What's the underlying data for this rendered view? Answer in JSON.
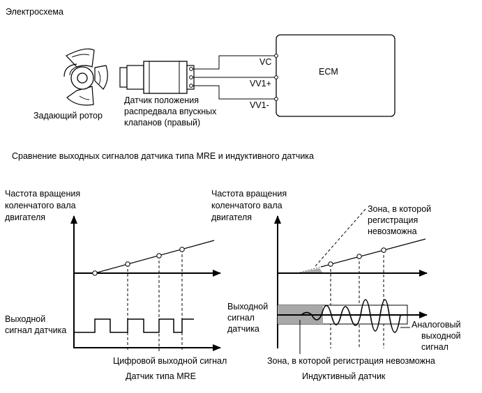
{
  "wiring": {
    "title": "Электросхема",
    "rotor_label": "Задающий ротор",
    "sensor_label_lines": [
      "Датчик положения",
      "распредвала впускных",
      "клапанов (правый)"
    ],
    "ecm_label": "ECM",
    "pins": [
      "VC",
      "VV1+",
      "VV1-"
    ]
  },
  "comparison_title": "Сравнение выходных сигналов датчика типа MRE и индуктивного датчика",
  "mre_chart": {
    "ylabel_lines": [
      "Частота вращения",
      "коленчатого вала",
      "двигателя"
    ],
    "output_label_lines": [
      "Выходной",
      "сигнал датчика"
    ],
    "output_caption": "Цифровой выходной сигнал",
    "caption": "Датчик типа MRE"
  },
  "inductive_chart": {
    "ylabel_lines": [
      "Частота вращения",
      "коленчатого вала",
      "двигателя"
    ],
    "zone_label_lines": [
      "Зона, в которой",
      "регистрация",
      "невозможна"
    ],
    "output_label_lines": [
      "Выходной",
      "сигнал",
      "датчика"
    ],
    "analog_label_lines": [
      "Аналоговый",
      "выходной",
      "сигнал"
    ],
    "zone_bottom_label": "Зона, в которой регистрация невозможна",
    "caption": "Индуктивный датчик"
  },
  "colors": {
    "line": "#000000",
    "zone_fill": "#a8a8a8",
    "zone_dots": "#888888"
  }
}
